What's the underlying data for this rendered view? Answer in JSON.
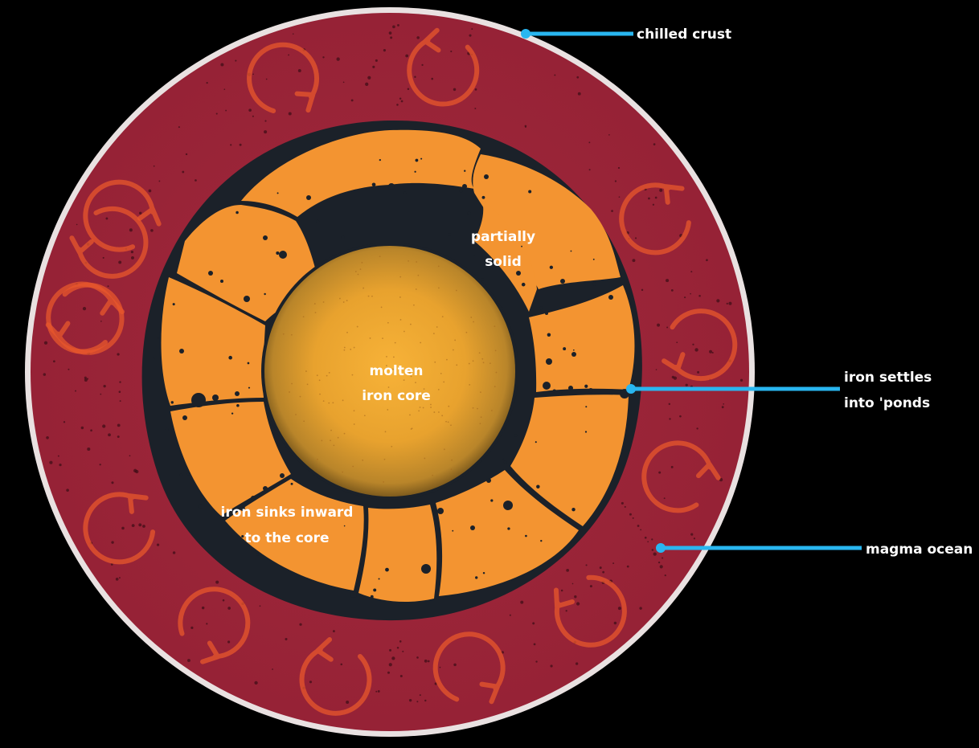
{
  "colors": {
    "background": "#000000",
    "crust": "#e6dede",
    "magma": "#9b2537",
    "mantle": "#f29430",
    "core": "#f0a830",
    "iron_ponds": "#1a2027",
    "arrows": "#e8572c",
    "leader_lines": "#29b6f0",
    "label_text": "#ffffff"
  },
  "labels": {
    "chilled_crust": "chilled crust",
    "iron_settles_line1": "iron settles",
    "iron_settles_line2": "into 'ponds",
    "magma_ocean": "magma ocean",
    "partially_solid_line1": "partially",
    "partially_solid_line2": "solid",
    "molten_core_line1": "molten",
    "molten_core_line2": "iron core",
    "iron_sinks_line1": "iron sinks inward",
    "iron_sinks_line2": "to the core"
  },
  "icons": {
    "convection_arrow": "curved-arrow-icon",
    "leader_dot": "leader-dot-icon"
  }
}
